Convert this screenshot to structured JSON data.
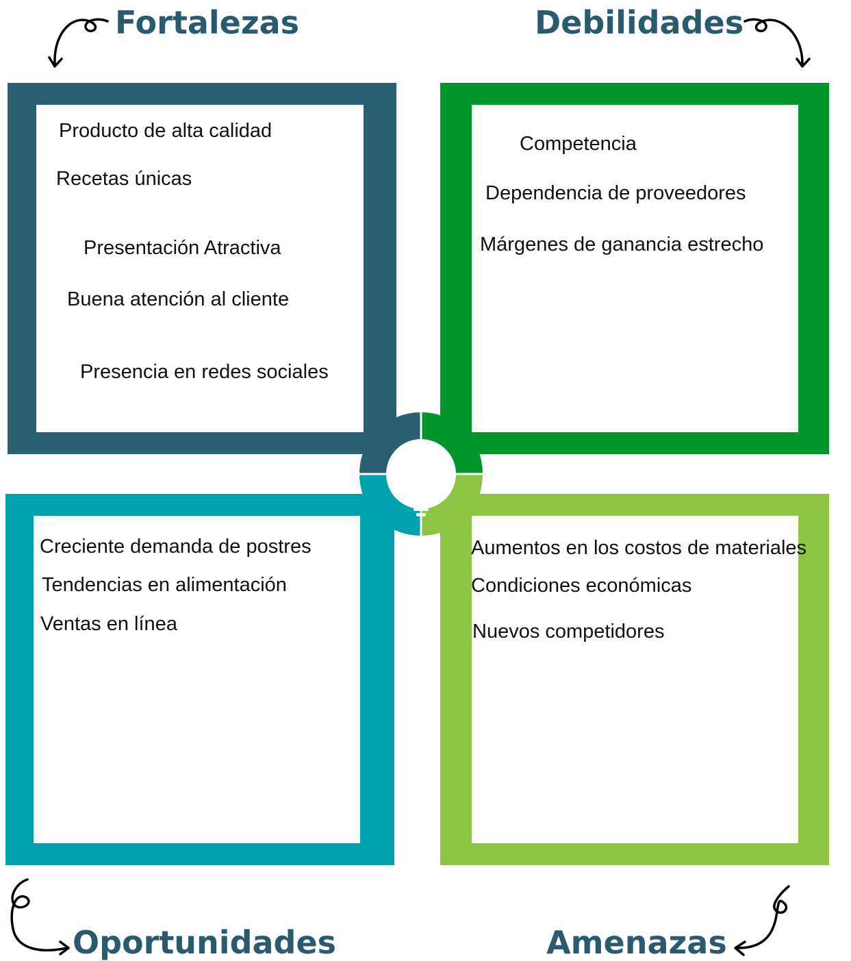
{
  "colors": {
    "strengths": "#2a5e71",
    "weaknesses": "#00962b",
    "opportunities": "#00a3ad",
    "threats": "#8ec443",
    "heading": "#2a5a6e",
    "text": "#111111"
  },
  "quadrants": {
    "strengths": {
      "title": "Fortalezas",
      "items": [
        "Producto de alta calidad",
        "Recetas únicas",
        "Presentación Atractiva",
        "Buena atención al cliente",
        "Presencia en redes sociales"
      ]
    },
    "weaknesses": {
      "title": "Debilidades",
      "items": [
        "Competencia",
        "Dependencia de proveedores",
        "Márgenes de ganancia estrecho"
      ]
    },
    "opportunities": {
      "title": "Oportunidades",
      "items": [
        "Creciente demanda de postres",
        "Tendencias en alimentación",
        "Ventas en línea"
      ]
    },
    "threats": {
      "title": "Amenazas",
      "items": [
        "Aumentos en los costos de materiales",
        "Condiciones económicas",
        "Nuevos competidores"
      ]
    }
  },
  "center_icon": "lightbulb-icon"
}
